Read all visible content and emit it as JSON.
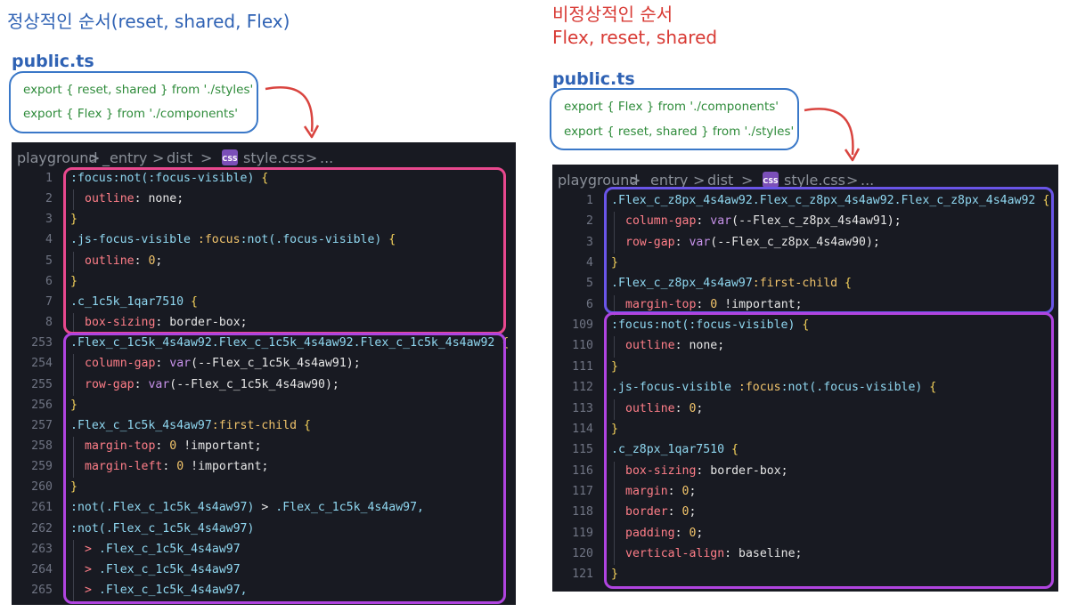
{
  "left": {
    "heading": "정상적인 순서(reset, shared, Flex)",
    "file_label": "public.ts",
    "exports": [
      "export { reset, shared } from './styles'",
      "export { Flex } from './components'"
    ],
    "breadcrumb": [
      "playground",
      ">",
      "_entry",
      ">",
      "dist",
      ">",
      "style.css",
      ">",
      "..."
    ],
    "icon_text": "CSS",
    "lines": [
      {
        "n": "1",
        "parts": [
          [
            "sel",
            ":focus:not(:focus-visible) "
          ],
          [
            "br",
            "{"
          ]
        ]
      },
      {
        "n": "2",
        "indent": 1,
        "parts": [
          [
            "prop",
            "outline"
          ],
          [
            "val",
            ": none;"
          ]
        ]
      },
      {
        "n": "3",
        "parts": [
          [
            "br",
            "}"
          ]
        ]
      },
      {
        "n": "4",
        "parts": [
          [
            "sel",
            ".js-focus-visible "
          ],
          [
            "kw",
            ":focus"
          ],
          [
            "sel",
            ":not(.focus-visible) "
          ],
          [
            "br",
            "{"
          ]
        ]
      },
      {
        "n": "5",
        "indent": 1,
        "parts": [
          [
            "prop",
            "outline"
          ],
          [
            "val",
            ": "
          ],
          [
            "num",
            "0"
          ],
          [
            "val",
            ";"
          ]
        ]
      },
      {
        "n": "6",
        "parts": [
          [
            "br",
            "}"
          ]
        ]
      },
      {
        "n": "7",
        "parts": [
          [
            "sel",
            ".c_1c5k_1qar7510 "
          ],
          [
            "br",
            "{"
          ]
        ]
      },
      {
        "n": "8",
        "indent": 1,
        "parts": [
          [
            "prop",
            "box-sizing"
          ],
          [
            "val",
            ": border-box;"
          ]
        ]
      },
      {
        "n": "253",
        "parts": [
          [
            "sel",
            ".Flex_c_1c5k_4s4aw92.Flex_c_1c5k_4s4aw92.Flex_c_1c5k_4s4aw92 "
          ],
          [
            "br",
            "{"
          ]
        ]
      },
      {
        "n": "254",
        "indent": 1,
        "parts": [
          [
            "prop",
            "column-gap"
          ],
          [
            "val",
            ": "
          ],
          [
            "fn",
            "var"
          ],
          [
            "val",
            "(--Flex_c_1c5k_4s4aw91);"
          ]
        ]
      },
      {
        "n": "255",
        "indent": 1,
        "parts": [
          [
            "prop",
            "row-gap"
          ],
          [
            "val",
            ": "
          ],
          [
            "fn",
            "var"
          ],
          [
            "val",
            "(--Flex_c_1c5k_4s4aw90);"
          ]
        ]
      },
      {
        "n": "256",
        "parts": [
          [
            "br",
            "}"
          ]
        ]
      },
      {
        "n": "257",
        "parts": [
          [
            "sel",
            ".Flex_c_1c5k_4s4aw97"
          ],
          [
            "kw",
            ":first-child "
          ],
          [
            "br",
            "{"
          ]
        ]
      },
      {
        "n": "258",
        "indent": 1,
        "parts": [
          [
            "prop",
            "margin-top"
          ],
          [
            "val",
            ": "
          ],
          [
            "num",
            "0"
          ],
          [
            "val",
            " !important;"
          ]
        ]
      },
      {
        "n": "259",
        "indent": 1,
        "parts": [
          [
            "prop",
            "margin-left"
          ],
          [
            "val",
            ": "
          ],
          [
            "num",
            "0"
          ],
          [
            "val",
            " !important;"
          ]
        ]
      },
      {
        "n": "260",
        "parts": [
          [
            "br",
            "}"
          ]
        ]
      },
      {
        "n": "261",
        "parts": [
          [
            "sel",
            ":not(.Flex_c_1c5k_4s4aw97) "
          ],
          [
            "val",
            "> "
          ],
          [
            "sel",
            ".Flex_c_1c5k_4s4aw97,"
          ]
        ]
      },
      {
        "n": "262",
        "parts": [
          [
            "sel",
            ":not(.Flex_c_1c5k_4s4aw97)"
          ]
        ]
      },
      {
        "n": "263",
        "indent": 1,
        "parts": [
          [
            "prop",
            "> "
          ],
          [
            "sel",
            ".Flex_c_1c5k_4s4aw97"
          ]
        ]
      },
      {
        "n": "264",
        "indent": 1,
        "parts": [
          [
            "prop",
            "> "
          ],
          [
            "sel",
            ".Flex_c_1c5k_4s4aw97"
          ]
        ]
      },
      {
        "n": "265",
        "indent": 1,
        "parts": [
          [
            "prop",
            "> "
          ],
          [
            "sel",
            ".Flex_c_1c5k_4s4aw97,"
          ]
        ]
      }
    ]
  },
  "right": {
    "heading_line1": "비정상적인 순서",
    "heading_line2": "Flex, reset, shared",
    "file_label": "public.ts",
    "exports": [
      "export { Flex } from './components'",
      "export { reset, shared } from './styles'"
    ],
    "breadcrumb": [
      "playground",
      ">",
      "_entry",
      ">",
      "dist",
      ">",
      "style.css",
      ">",
      "..."
    ],
    "icon_text": "CSS",
    "lines": [
      {
        "n": "1",
        "parts": [
          [
            "sel",
            ".Flex_c_z8px_4s4aw92.Flex_c_z8px_4s4aw92.Flex_c_z8px_4s4aw92 "
          ],
          [
            "br",
            "{"
          ]
        ]
      },
      {
        "n": "2",
        "indent": 1,
        "parts": [
          [
            "prop",
            "column-gap"
          ],
          [
            "val",
            ": "
          ],
          [
            "fn",
            "var"
          ],
          [
            "val",
            "(--Flex_c_z8px_4s4aw91);"
          ]
        ]
      },
      {
        "n": "3",
        "indent": 1,
        "parts": [
          [
            "prop",
            "row-gap"
          ],
          [
            "val",
            ": "
          ],
          [
            "fn",
            "var"
          ],
          [
            "val",
            "(--Flex_c_z8px_4s4aw90);"
          ]
        ]
      },
      {
        "n": "4",
        "parts": [
          [
            "br",
            "}"
          ]
        ]
      },
      {
        "n": "5",
        "parts": [
          [
            "sel",
            ".Flex_c_z8px_4s4aw97"
          ],
          [
            "kw",
            ":first-child "
          ],
          [
            "br",
            "{"
          ]
        ]
      },
      {
        "n": "6",
        "indent": 1,
        "parts": [
          [
            "prop",
            "margin-top"
          ],
          [
            "val",
            ": "
          ],
          [
            "num",
            "0"
          ],
          [
            "val",
            " !important;"
          ]
        ]
      },
      {
        "n": "109",
        "parts": [
          [
            "sel",
            ":focus:not(:focus-visible) "
          ],
          [
            "br",
            "{"
          ]
        ]
      },
      {
        "n": "110",
        "indent": 1,
        "parts": [
          [
            "prop",
            "outline"
          ],
          [
            "val",
            ": none;"
          ]
        ]
      },
      {
        "n": "111",
        "parts": [
          [
            "br",
            "}"
          ]
        ]
      },
      {
        "n": "112",
        "parts": [
          [
            "sel",
            ".js-focus-visible "
          ],
          [
            "kw",
            ":focus"
          ],
          [
            "sel",
            ":not(.focus-visible) "
          ],
          [
            "br",
            "{"
          ]
        ]
      },
      {
        "n": "113",
        "indent": 1,
        "parts": [
          [
            "prop",
            "outline"
          ],
          [
            "val",
            ": "
          ],
          [
            "num",
            "0"
          ],
          [
            "val",
            ";"
          ]
        ]
      },
      {
        "n": "114",
        "parts": [
          [
            "br",
            "}"
          ]
        ]
      },
      {
        "n": "115",
        "parts": [
          [
            "sel",
            ".c_z8px_1qar7510 "
          ],
          [
            "br",
            "{"
          ]
        ]
      },
      {
        "n": "116",
        "indent": 1,
        "parts": [
          [
            "prop",
            "box-sizing"
          ],
          [
            "val",
            ": border-box;"
          ]
        ]
      },
      {
        "n": "117",
        "indent": 1,
        "parts": [
          [
            "prop",
            "margin"
          ],
          [
            "val",
            ": "
          ],
          [
            "num",
            "0"
          ],
          [
            "val",
            ";"
          ]
        ]
      },
      {
        "n": "118",
        "indent": 1,
        "parts": [
          [
            "prop",
            "border"
          ],
          [
            "val",
            ": "
          ],
          [
            "num",
            "0"
          ],
          [
            "val",
            ";"
          ]
        ]
      },
      {
        "n": "119",
        "indent": 1,
        "parts": [
          [
            "prop",
            "padding"
          ],
          [
            "val",
            ": "
          ],
          [
            "num",
            "0"
          ],
          [
            "val",
            ";"
          ]
        ]
      },
      {
        "n": "120",
        "indent": 1,
        "parts": [
          [
            "prop",
            "vertical-align"
          ],
          [
            "val",
            ": baseline;"
          ]
        ]
      },
      {
        "n": "121",
        "parts": [
          [
            "br",
            "}"
          ]
        ]
      }
    ]
  },
  "colors": {
    "left_heading": "#2f62b4",
    "right_heading": "#d83a34",
    "arrow": "#d9443f",
    "highlight_pink": "#e8488e",
    "highlight_violet": "#b044e0",
    "highlight_indigo": "#6a55e8"
  }
}
